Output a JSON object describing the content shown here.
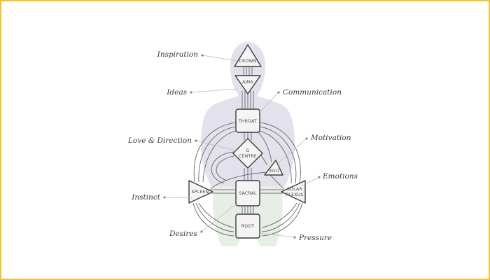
{
  "colors": {
    "frame_border": "#f2c230",
    "body_silhouette": "#e3e2ec",
    "legs_silhouette": "#e7eee6",
    "center_stroke": "#3d3d3d",
    "channel_stroke": "#555555",
    "text": "#3a3a3a",
    "dot": "#8a8a8a"
  },
  "centers": {
    "crown": "CROWN",
    "ajna": "AJNA",
    "throat": "THROAT",
    "g_centre_line1": "G",
    "g_centre_line2": "CENTRE",
    "ego": "EGO",
    "spleen": "SPLEEN",
    "sacral": "SACRAL",
    "solar_line1": "SOLAR",
    "solar_line2": "PLEXUS",
    "root": "ROOT"
  },
  "annotations": {
    "inspiration": "Inspiration",
    "ideas": "Ideas",
    "communication": "Communication",
    "love_direction": "Love & Direction",
    "motivation": "Motivation",
    "emotions": "Emotions",
    "instinct": "Instinct",
    "desires": "Desires",
    "pressure": "Pressure"
  }
}
